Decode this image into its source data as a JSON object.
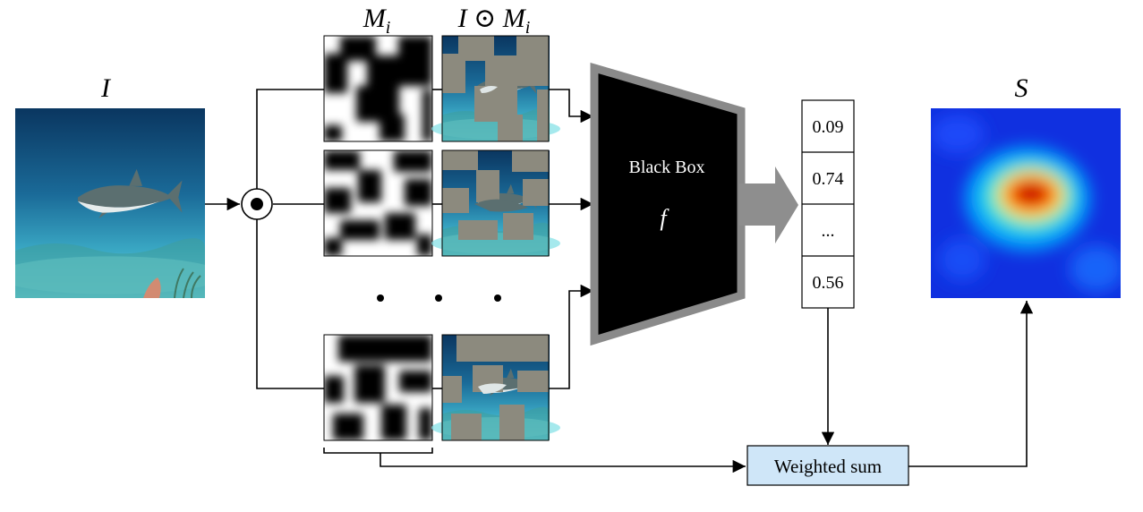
{
  "labels": {
    "input": "I",
    "masks": "M",
    "masks_sub": "i",
    "masked_left": "I ",
    "masked_op": "⊙",
    "masked_right": " M",
    "masked_sub": "i",
    "saliency": "S"
  },
  "black_box": {
    "title": "Black Box",
    "func": "f"
  },
  "scores": [
    "0.09",
    "0.74",
    "...",
    "0.56"
  ],
  "weighted_sum": "Weighted sum",
  "colors": {
    "line": "#000000",
    "black_box_fill": "#000000",
    "black_box_border": "#8a8a8a",
    "arrow_gray": "#8e8e8e",
    "weighted_sum_fill": "#cfe6f8",
    "ocean_top": "#0d3d6a",
    "ocean_mid": "#1f6f9a",
    "ocean_bottom": "#4ec4d4",
    "mask_gray": "#8c8a7e",
    "heat_bg": "#1030e0"
  },
  "icons": {
    "elementwise_product": "circled-dot-icon",
    "continuation": "ellipsis-dots-icon"
  }
}
